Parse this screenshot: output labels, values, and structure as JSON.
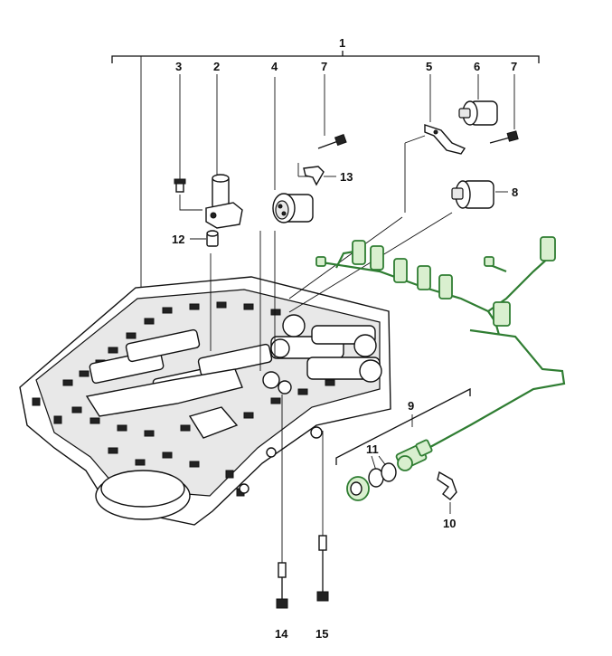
{
  "callouts": {
    "c1": "1",
    "c2": "2",
    "c3": "3",
    "c4": "4",
    "c5": "5",
    "c6": "6",
    "c7a": "7",
    "c7b": "7",
    "c8": "8",
    "c9": "9",
    "c10": "10",
    "c11": "11",
    "c12": "12",
    "c13": "13",
    "c14": "14",
    "c15": "15"
  },
  "colors": {
    "line": "#111111",
    "harness": "#2f7d32",
    "background": "#ffffff"
  }
}
